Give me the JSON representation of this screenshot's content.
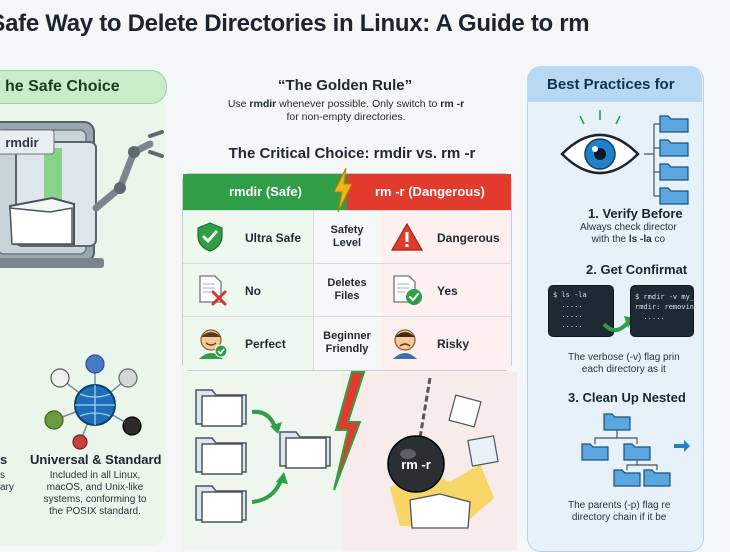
{
  "title": "e Safe Way to Delete Directories in Linux: A Guide to rm",
  "left_panel": {
    "header": "he Safe Choice",
    "device_label": "rmdir",
    "universal_title": "Universal & Standard",
    "universal_text_1": "Included in all Linux,",
    "universal_text_2": "macOS, and Unix-like",
    "universal_text_3": "systems, conforming to",
    "universal_text_4": "the POSIX standard.",
    "cut_title": "s",
    "cut_text_1": "s",
    "cut_text_2": "ary"
  },
  "golden_rule": {
    "title": "“The Golden Rule”",
    "line1_pre": "Use ",
    "line1_cmd1": "rmdir",
    "line1_mid": " whenever possible. Only switch to ",
    "line1_cmd2": "rm -r",
    "line2": "for non-empty directories."
  },
  "critical": {
    "title": "The Critical Choice: rmdir vs. rm -r",
    "left_header": "rmdir (Safe)",
    "right_header": "rm -r (Dangerous)",
    "rows": [
      {
        "left": "Ultra Safe",
        "mid1": "Safety",
        "mid2": "Level",
        "right": "Dangerous"
      },
      {
        "left": "No",
        "mid1": "Deletes",
        "mid2": "Files",
        "right": "Yes"
      },
      {
        "left": "Perfect",
        "mid1": "Beginner",
        "mid2": "Friendly",
        "right": "Risky"
      }
    ],
    "ball_label": "rm -r"
  },
  "right_panel": {
    "header": "Best Practices for",
    "step1_title": "1. Verify Before",
    "step1_text1": "Always check director",
    "step1_text2_pre": "with the ",
    "step1_text2_cmd": "ls -la",
    "step1_text2_post": " co",
    "step2_title": "2. Get Confirmat",
    "term1_text": "$ ls -la\n  .....\n  .....\n  .....",
    "term2_text": "$ rmdir -v my_\nrmdir: removin\n  .....",
    "step2_text1": "The verbose (-v) flag prin",
    "step2_text2": "each directory as it",
    "step3_title": "3. Clean Up Nested",
    "step3_text1": "The parents (-p) flag re",
    "step3_text2": "directory chain if it be"
  },
  "colors": {
    "safe_green": "#2f9e46",
    "danger_red": "#e23b2e",
    "lightning": "#f2b21b",
    "panel_blue": "#b8d9f3",
    "panel_green": "#c9ecc9"
  }
}
